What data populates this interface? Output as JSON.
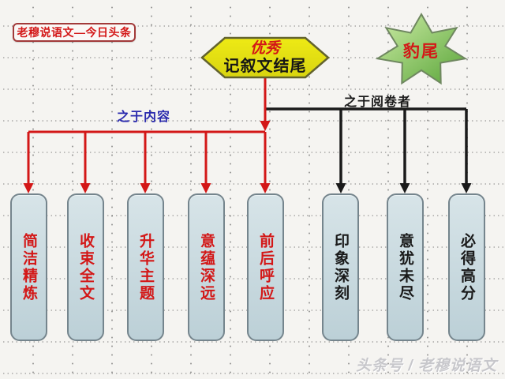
{
  "badge": {
    "label": "老穆说语文—今日头条"
  },
  "hexagon": {
    "line1": "优秀",
    "line2": "记叙文结尾"
  },
  "star": {
    "label": "豹尾"
  },
  "branches": {
    "left_label": "之于内容",
    "right_label": "之于阅卷者"
  },
  "boxes": [
    {
      "label": "简洁精炼",
      "tone": "red"
    },
    {
      "label": "收束全文",
      "tone": "red"
    },
    {
      "label": "升华主题",
      "tone": "red"
    },
    {
      "label": "意蕴深远",
      "tone": "red"
    },
    {
      "label": "前后呼应",
      "tone": "red"
    },
    {
      "label": "印象深刻",
      "tone": "black"
    },
    {
      "label": "意犹未尽",
      "tone": "black"
    },
    {
      "label": "必得高分",
      "tone": "black"
    }
  ],
  "watermark": "头条号 / 老穆说语文",
  "colors": {
    "red": "#d31717",
    "black": "#1a1a1a",
    "blue": "#2a2aad",
    "hexagon-fill": "#eeea15",
    "hexagon-fill-dark": "#d8d410",
    "hexagon-border": "#63632e",
    "star-fill-light": "#cdeca6",
    "star-fill-dark": "#5aa539",
    "star-border": "#6f8760",
    "box-fill-light": "#d7e4e8",
    "box-fill-dark": "#bcd0d7",
    "box-border": "#75858d",
    "badge-border": "#a23a3a",
    "watermark": "#c7c7cb"
  }
}
